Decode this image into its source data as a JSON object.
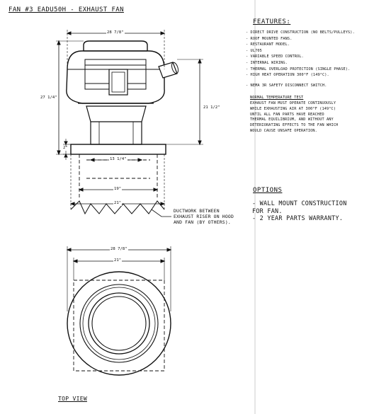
{
  "title": "FAN #3 EADU50H - EXHAUST FAN",
  "features": {
    "heading": "FEATURES:",
    "items": [
      "- DIRECT DRIVE CONSTRUCTION (NO BELTS/PULLEYS).",
      "- ROOF MOUNTED FANS.",
      "- RESTAURANT MODEL.",
      "- UL705",
      "- VARIABLE SPEED CONTROL.",
      "- INTERNAL WIRING.",
      "- THERMAL OVERLOAD PROTECTION (SINGLE PHASE).",
      "- HIGH HEAT OPERATION 300°F (149°C)."
    ],
    "nema": "- NEMA 3R SAFETY DISCONNECT SWITCH.",
    "normal_test_heading": "NORMAL TEMPERATURE TEST",
    "normal_test_lines": [
      "EXHAUST FAN MUST OPERATE CONTINUOUSLY",
      "WHILE EXHAUSTING AIR AT 300°F (149°C)",
      "UNTIL ALL FAN PARTS HAVE REACHED",
      "THERMAL EQUILIBRIUM, AND WITHOUT ANY",
      "DETERIORATING EFFECTS TO THE FAN WHICH",
      "WOULD CAUSE UNSAFE OPERATION."
    ]
  },
  "options": {
    "heading": "OPTIONS",
    "lines": [
      "- WALL MOUNT CONSTRUCTION",
      "FOR FAN.",
      "- 2 YEAR PARTS WARRANTY."
    ]
  },
  "ductwork_note": [
    "DUCTWORK BETWEEN",
    "EXHAUST RISER ON HOOD",
    "AND FAN (BY OTHERS)."
  ],
  "dimensions": {
    "overall_width": "28 7/8\"",
    "overall_height": "27 1/4\"",
    "height_to_base": "21 1/2\"",
    "base_height": "2\"",
    "neck_width": "13 1/4\"",
    "curb_19": "19\"",
    "curb_21": "21\"",
    "top_overall": "28 7/8\"",
    "top_inner": "21\""
  },
  "top_view_label": "TOP VIEW",
  "colors": {
    "line": "#111111",
    "background": "#ffffff"
  }
}
